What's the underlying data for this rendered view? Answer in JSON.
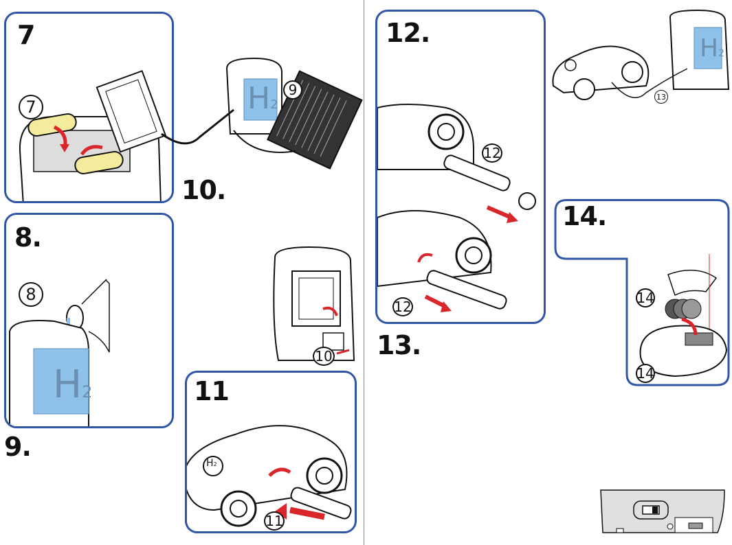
{
  "steps": {
    "s7": "7",
    "s8": "8.",
    "s9": "9.",
    "s10": "10.",
    "s11": "11",
    "s12": "12.",
    "s13": "13.",
    "s14": "14."
  },
  "circled": {
    "c7": "7",
    "c8": "8",
    "c9": "9",
    "c10": "10",
    "c11": "11",
    "c12a": "12",
    "c12b": "12",
    "c13": "13",
    "c14a": "14",
    "c14b": "14"
  },
  "labels": {
    "h2_a": "H",
    "h2_a_sub": "2",
    "h2_b": "H",
    "h2_b_sub": "2",
    "h2_c": "H",
    "h2_c_sub": "2",
    "h2_car": "H",
    "h2_car_sub": "2"
  },
  "colors": {
    "panel_border": "#2f56a6",
    "arrow_red": "#d8262b",
    "water_blue": "#8ec2ea",
    "battery_yellow": "#f4eb9c"
  }
}
